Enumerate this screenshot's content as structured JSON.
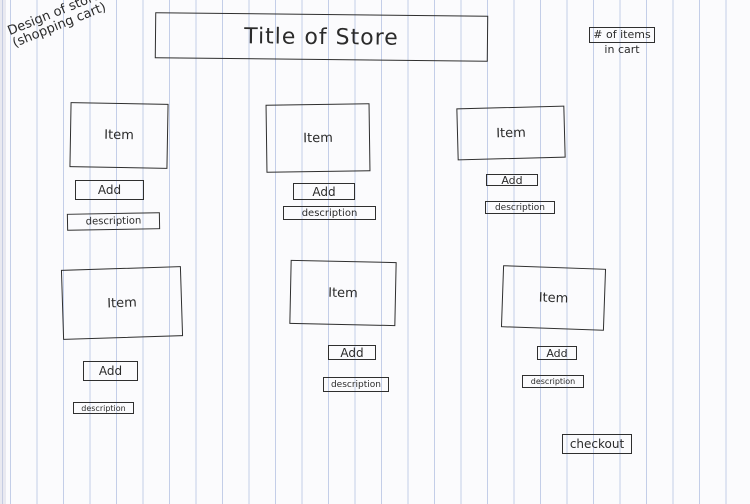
{
  "note": "Design of store (shopping cart)",
  "header": {
    "title": "Title of Store",
    "cart_line1": "# of items",
    "cart_line2": "in cart"
  },
  "items": [
    {
      "label": "Item",
      "add": "Add",
      "description": "description"
    },
    {
      "label": "Item",
      "add": "Add",
      "description": "description"
    },
    {
      "label": "Item",
      "add": "Add",
      "description": "description"
    },
    {
      "label": "Item",
      "add": "Add",
      "description": "description"
    },
    {
      "label": "Item",
      "add": "Add",
      "description": "description"
    },
    {
      "label": "Item",
      "add": "Add",
      "description": "description"
    }
  ],
  "checkout_label": "checkout"
}
